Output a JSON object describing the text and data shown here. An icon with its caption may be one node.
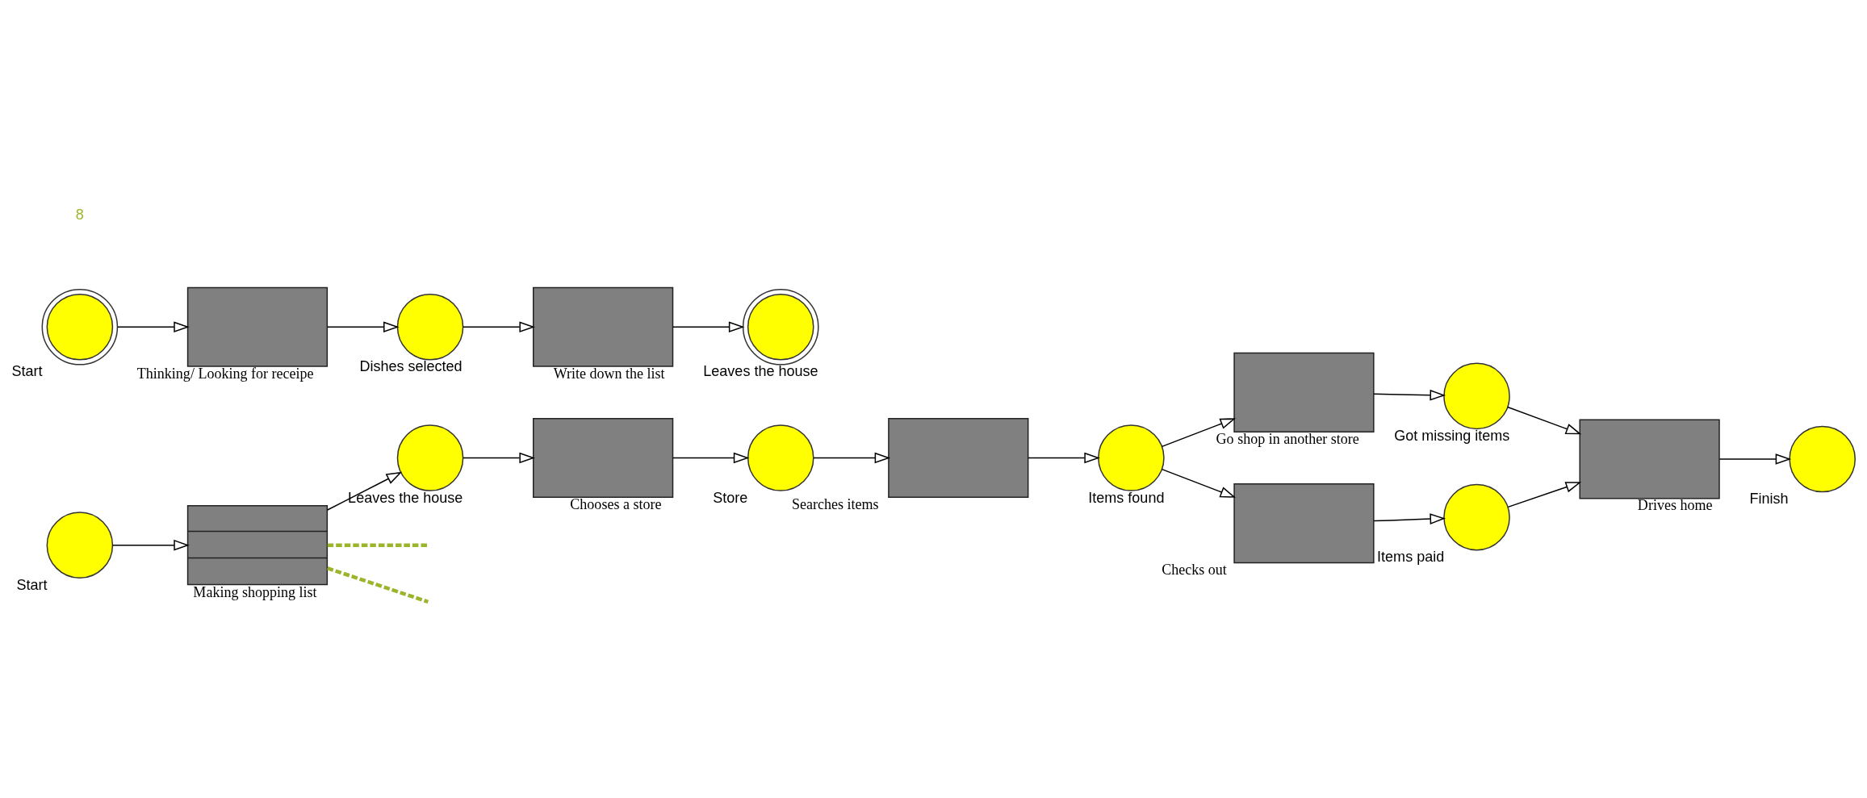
{
  "diagram": {
    "nodes": [
      {
        "text": [
          "Start"
        ]
      },
      {
        "text": [
          "Making shopping list"
        ]
      },
      {
        "text": [
          "Leaves the house"
        ]
      },
      {
        "text": [
          "Chooses a store"
        ]
      },
      {
        "text": [
          "Store"
        ]
      },
      {
        "text": [
          "Searches items"
        ]
      },
      {
        "text": [
          "Items found"
        ]
      },
      {
        "text": [
          "Go shop in another store"
        ]
      },
      {
        "text": [
          "Got missing items"
        ]
      },
      {
        "text": [
          "Drives home"
        ]
      },
      {
        "text": [
          "Finish"
        ]
      },
      {
        "text": [
          "Checks out"
        ]
      },
      {
        "text": [
          "Items paid"
        ]
      },
      {
        "text": [
          "Start"
        ]
      },
      {
        "text": [
          "Thinking/ Looking for receipe"
        ]
      },
      {
        "text": [
          "Dishes selected"
        ]
      },
      {
        "text": [
          "Write down the list"
        ]
      },
      {
        "text": [
          "Leaves the house"
        ]
      }
    ],
    "edges": [
      {
        "from": 0,
        "to": 1,
        "arrow": "to"
      },
      {
        "from": 1,
        "to": 2,
        "arrow": "to"
      },
      {
        "from": 2,
        "to": 3,
        "arrow": "to"
      },
      {
        "from": 3,
        "to": 4,
        "arrow": "to"
      },
      {
        "from": 4,
        "to": 5,
        "arrow": "to"
      },
      {
        "from": 5,
        "to": 6,
        "arrow": "to"
      },
      {
        "from": 6,
        "to": 7,
        "arrow": "to"
      },
      {
        "from": 7,
        "to": 8,
        "arrow": "to"
      },
      {
        "from": 8,
        "to": 9,
        "arrow": "to"
      },
      {
        "from": 6,
        "to": 11,
        "arrow": "to"
      },
      {
        "from": 11,
        "to": 12,
        "arrow": "to"
      },
      {
        "from": 12,
        "to": 9,
        "arrow": "to"
      },
      {
        "from": 9,
        "to": 10,
        "arrow": "to"
      },
      {
        "from": 13,
        "to": 14,
        "arrow": "to"
      },
      {
        "from": 14,
        "to": 15,
        "arrow": "to"
      },
      {
        "from": 15,
        "to": 16,
        "arrow": "to"
      },
      {
        "from": 16,
        "to": 17,
        "arrow": "to"
      },
      {
        "from": 1,
        "to": null,
        "arrow": "none",
        "style": "dashed",
        "color": "#9bb52a"
      },
      {
        "from": 1,
        "to": null,
        "arrow": "none",
        "style": "dashed",
        "color": "#9bb52a"
      }
    ],
    "labels": [
      "8"
    ]
  }
}
